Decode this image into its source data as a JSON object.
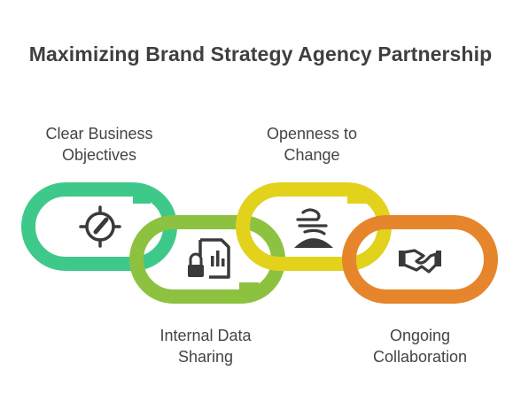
{
  "title": "Maximizing Brand Strategy Agency Partnership",
  "links": [
    {
      "label_lines": [
        "Clear Business",
        "Objectives"
      ],
      "color": "#3ec98a",
      "icon": "target-gauge-icon"
    },
    {
      "label_lines": [
        "Internal Data",
        "Sharing"
      ],
      "color": "#8cc23f",
      "icon": "locked-data-report-icon"
    },
    {
      "label_lines": [
        "Openness to",
        "Change"
      ],
      "color": "#e2d21c",
      "icon": "wind-change-icon"
    },
    {
      "label_lines": [
        "Ongoing",
        "Collaboration"
      ],
      "color": "#e6852c",
      "icon": "handshake-icon"
    }
  ],
  "colors": {
    "text": "#444444",
    "title": "#3f3f3f",
    "icon": "#3a3a3a"
  }
}
